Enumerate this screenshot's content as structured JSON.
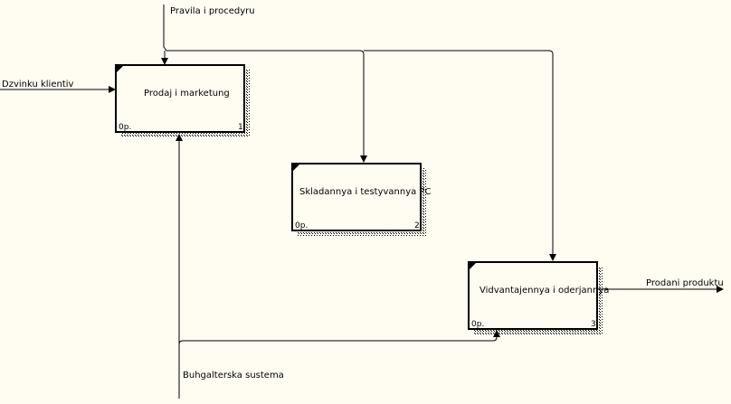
{
  "diagram": {
    "boxes": [
      {
        "title": "Prodaj i marketung",
        "cost": "0р.",
        "number": "1"
      },
      {
        "title": "Skladannya i testyvannya PC",
        "cost": "0р.",
        "number": "2"
      },
      {
        "title": "Vidvantajennya i oderjannya",
        "cost": "0р.",
        "number": "3"
      }
    ],
    "arrows": {
      "control": "Pravila i procedyru",
      "input": "Dzvinku klientiv",
      "output": "Prodani produktu",
      "mechanism": "Buhgalterska sustema"
    }
  }
}
